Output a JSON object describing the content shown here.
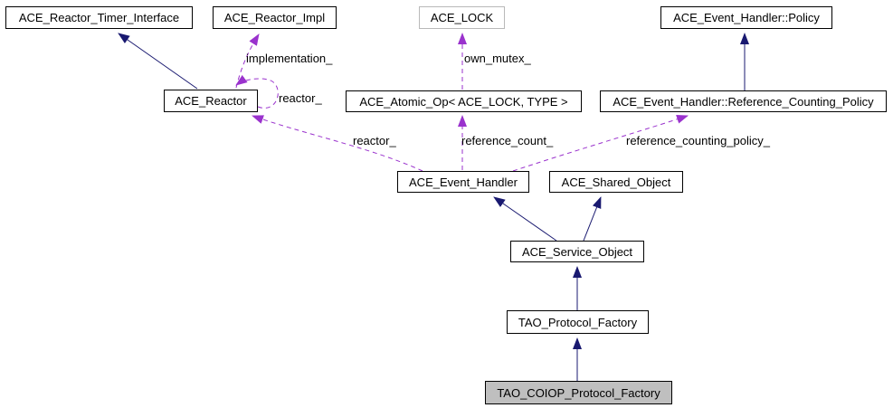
{
  "diagram": {
    "title": "TAO_COIOP_Protocol_Factory collaboration diagram",
    "type": "class-collaboration-graph",
    "colors": {
      "background": "#ffffff",
      "inheritance_edge": "#191970",
      "usage_edge": "#9a32cd",
      "node_border": "#000000",
      "node_fill": "#ffffff",
      "focus_node_fill": "#bfbfbf",
      "template_node_border": "#b9b9b9",
      "text": "#000000"
    },
    "nodes": [
      {
        "label": "ACE_Reactor_Timer_Interface"
      },
      {
        "label": "ACE_Reactor_Impl"
      },
      {
        "label": "ACE_LOCK"
      },
      {
        "label": "ACE_Event_Handler::Policy"
      },
      {
        "label": "ACE_Reactor"
      },
      {
        "label": "ACE_Atomic_Op< ACE_LOCK, TYPE >"
      },
      {
        "label": "ACE_Event_Handler::Reference_Counting_Policy"
      },
      {
        "label": "ACE_Event_Handler"
      },
      {
        "label": "ACE_Shared_Object"
      },
      {
        "label": "ACE_Service_Object"
      },
      {
        "label": "TAO_Protocol_Factory"
      },
      {
        "label": "TAO_COIOP_Protocol_Factory"
      }
    ],
    "edge_labels": [
      {
        "text": "implementation_"
      },
      {
        "text": "own_mutex_"
      },
      {
        "text": "reactor_"
      },
      {
        "text": "reactor_"
      },
      {
        "text": "reference_count_"
      },
      {
        "text": "reference_counting_policy_"
      }
    ],
    "edges": [
      {
        "from": "ACE_Reactor",
        "to": "ACE_Reactor_Timer_Interface",
        "type": "inheritance"
      },
      {
        "from": "ACE_Event_Handler::Reference_Counting_Policy",
        "to": "ACE_Event_Handler::Policy",
        "type": "inheritance"
      },
      {
        "from": "ACE_Service_Object",
        "to": "ACE_Event_Handler",
        "type": "inheritance"
      },
      {
        "from": "ACE_Service_Object",
        "to": "ACE_Shared_Object",
        "type": "inheritance"
      },
      {
        "from": "TAO_Protocol_Factory",
        "to": "ACE_Service_Object",
        "type": "inheritance"
      },
      {
        "from": "TAO_COIOP_Protocol_Factory",
        "to": "TAO_Protocol_Factory",
        "type": "inheritance"
      },
      {
        "from": "ACE_Reactor",
        "to": "ACE_Reactor_Impl",
        "type": "usage",
        "label": "implementation_"
      },
      {
        "from": "ACE_Reactor",
        "to": "ACE_Reactor",
        "type": "usage",
        "label": "reactor_"
      },
      {
        "from": "ACE_Atomic_Op< ACE_LOCK, TYPE >",
        "to": "ACE_LOCK",
        "type": "usage",
        "label": "own_mutex_"
      },
      {
        "from": "ACE_Event_Handler",
        "to": "ACE_Reactor",
        "type": "usage",
        "label": "reactor_"
      },
      {
        "from": "ACE_Event_Handler",
        "to": "ACE_Atomic_Op< ACE_LOCK, TYPE >",
        "type": "usage",
        "label": "reference_count_"
      },
      {
        "from": "ACE_Event_Handler",
        "to": "ACE_Event_Handler::Reference_Counting_Policy",
        "type": "usage",
        "label": "reference_counting_policy_"
      }
    ]
  }
}
